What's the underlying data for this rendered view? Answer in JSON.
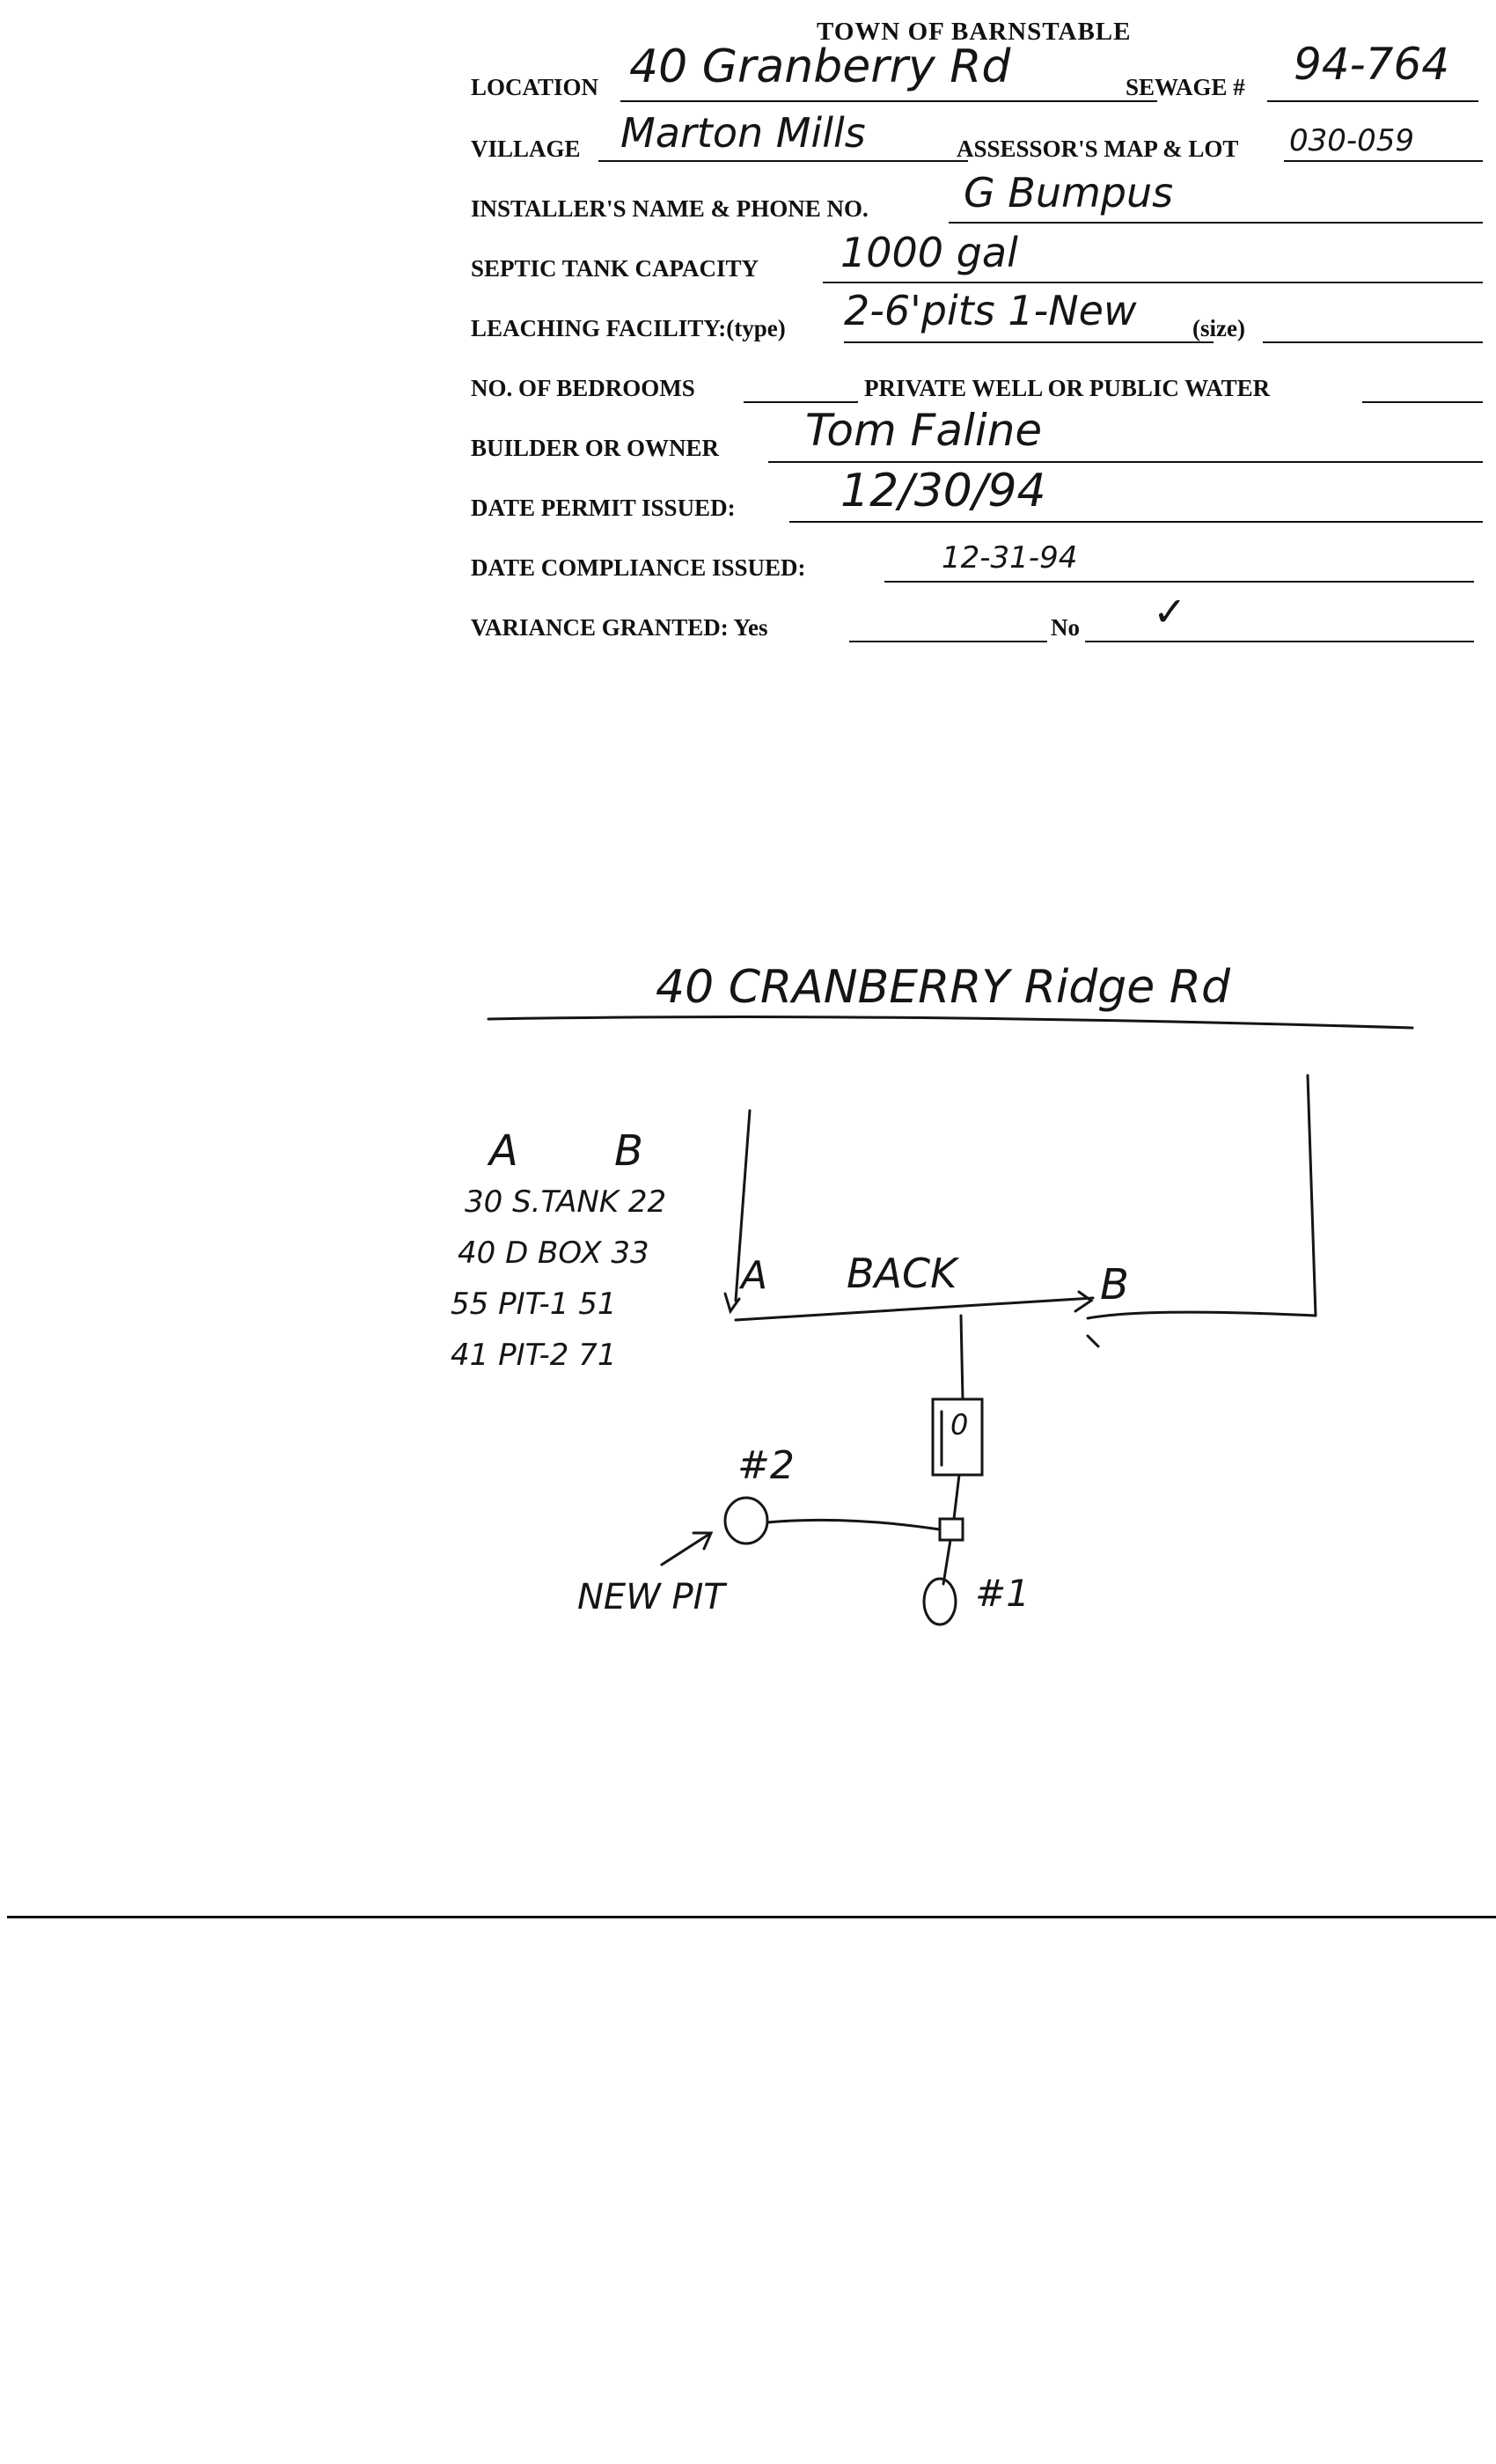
{
  "form": {
    "title": "TOWN OF BARNSTABLE",
    "location_label": "LOCATION",
    "location_value": "40 Granberry Rd",
    "sewage_label": "SEWAGE #",
    "sewage_value": "94-764",
    "village_label": "VILLAGE",
    "village_value": "Marton Mills",
    "assessor_label": "ASSESSOR'S MAP & LOT",
    "assessor_value": "030-059",
    "installer_label": "INSTALLER'S NAME & PHONE NO.",
    "installer_value": "G Bumpus",
    "tank_label": "SEPTIC TANK CAPACITY",
    "tank_value": "1000 gal",
    "leaching_label": "LEACHING FACILITY:(type)",
    "leaching_value": "2-6'pits 1-New",
    "size_label": "(size)",
    "bedrooms_label": "NO. OF BEDROOMS",
    "water_label": "PRIVATE WELL OR PUBLIC WATER",
    "builder_label": "BUILDER OR OWNER",
    "builder_value": "Tom Faline",
    "permit_label": "DATE PERMIT ISSUED:",
    "permit_value": "12/30/94",
    "compliance_label": "DATE  COMPLIANCE ISSUED:",
    "compliance_value": "12-31-94",
    "variance_label": "VARIANCE GRANTED:  Yes",
    "no_label": "No",
    "no_value": "✓"
  },
  "sketch": {
    "street": "40  CRANBERRY Ridge Rd",
    "col_a": "A",
    "col_b": "B",
    "table_rows": [
      "30 S.TANK 22",
      "40 D BOX 33",
      "55 PIT-1 51",
      "41 PIT-2 71"
    ],
    "corner_a": "A",
    "back": "BACK",
    "corner_b": "B",
    "tank_mark": "0",
    "pit2": "#2",
    "new_pit": "NEW PIT",
    "pit1": "#1"
  }
}
